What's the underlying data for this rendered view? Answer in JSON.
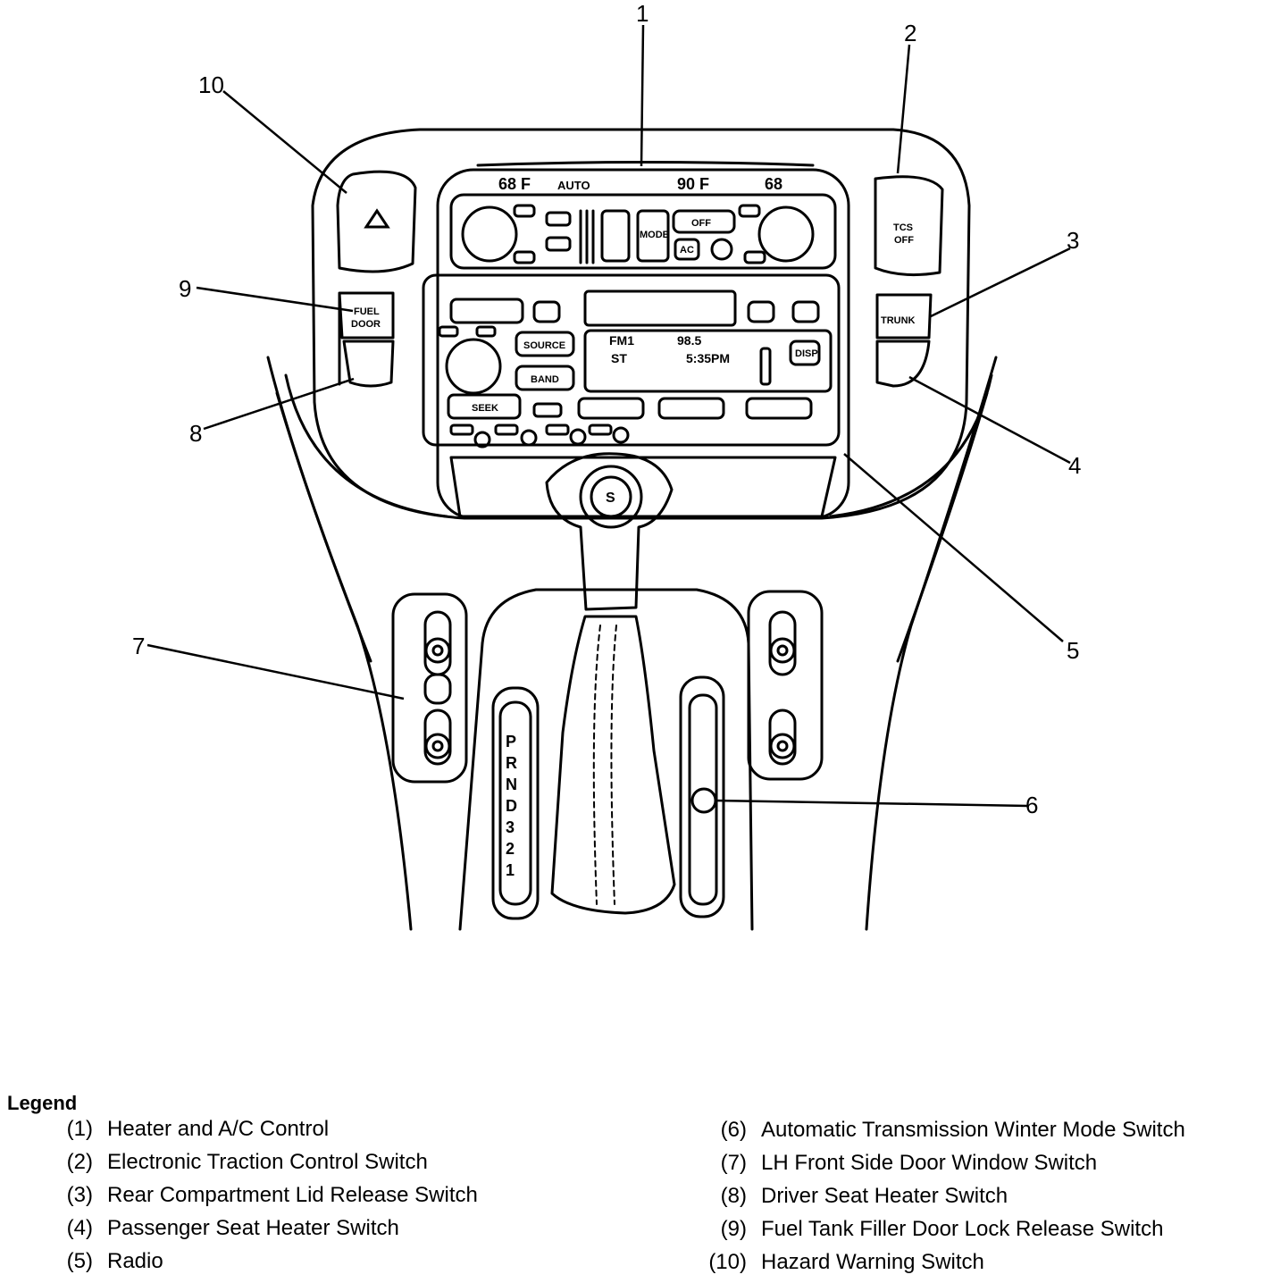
{
  "callouts": [
    "1",
    "2",
    "3",
    "4",
    "5",
    "6",
    "7",
    "8",
    "9",
    "10"
  ],
  "climate": {
    "left_temp": "68 F",
    "mode": "AUTO",
    "right_temp": "90 F",
    "outside_temp": "68",
    "off_label": "OFF",
    "ac_label": "AC",
    "mode_label": "MODE"
  },
  "radio": {
    "band_display": "FM1",
    "freq_display": "98.5",
    "stereo_display": "ST",
    "time_display": "5:35PM",
    "source_label": "SOURCE",
    "band_label": "BAND",
    "disp_label": "DISP",
    "seek_label": "SEEK"
  },
  "switches": {
    "tcs_line1": "TCS",
    "tcs_line2": "OFF",
    "trunk": "TRUNK",
    "fuel_line1": "FUEL",
    "fuel_line2": "DOOR",
    "shifter_knob": "S"
  },
  "gear_positions": [
    "P",
    "R",
    "N",
    "D",
    "3",
    "2",
    "1"
  ],
  "legend": {
    "title": "Legend",
    "left": [
      {
        "num": "(1)",
        "text": "Heater and A/C Control"
      },
      {
        "num": "(2)",
        "text": "Electronic Traction Control Switch"
      },
      {
        "num": "(3)",
        "text": "Rear Compartment Lid Release Switch"
      },
      {
        "num": "(4)",
        "text": "Passenger Seat Heater Switch"
      },
      {
        "num": "(5)",
        "text": "Radio"
      }
    ],
    "right": [
      {
        "num": "(6)",
        "text": "Automatic Transmission Winter Mode Switch"
      },
      {
        "num": "(7)",
        "text": "LH Front Side Door Window Switch"
      },
      {
        "num": "(8)",
        "text": "Driver Seat Heater Switch"
      },
      {
        "num": "(9)",
        "text": "Fuel Tank Filler Door Lock Release Switch"
      },
      {
        "num": "(10)",
        "text": "Hazard Warning Switch"
      }
    ]
  }
}
